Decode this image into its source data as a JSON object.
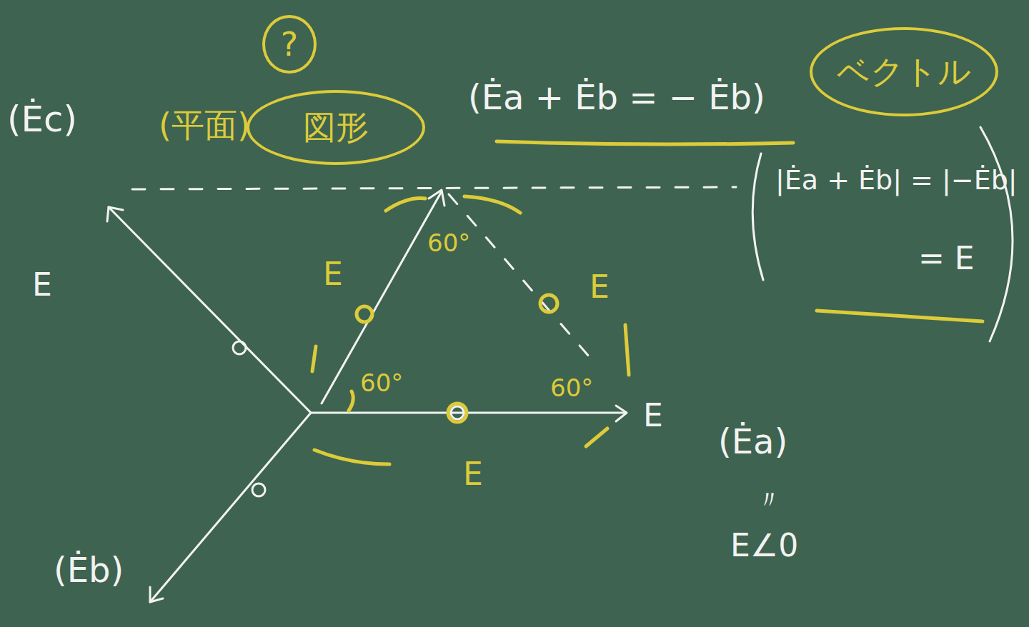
{
  "diagram": {
    "nodes": [
      {
        "text": [
          "?"
        ]
      },
      {
        "text": [
          "図形"
        ]
      },
      {
        "text": [
          "ベクトル"
        ]
      }
    ],
    "labels": [
      "(Ėc)",
      "E",
      "(Ėb)",
      "E",
      "(Ėa)",
      "〃",
      "E∠0",
      "(平面)",
      "(Ėa + Ėb = − Ėb)",
      "|Ėa + Ėb| = |−Ėb|",
      "= E",
      "E",
      "E",
      "E",
      "60°",
      "60°",
      "60°"
    ]
  }
}
